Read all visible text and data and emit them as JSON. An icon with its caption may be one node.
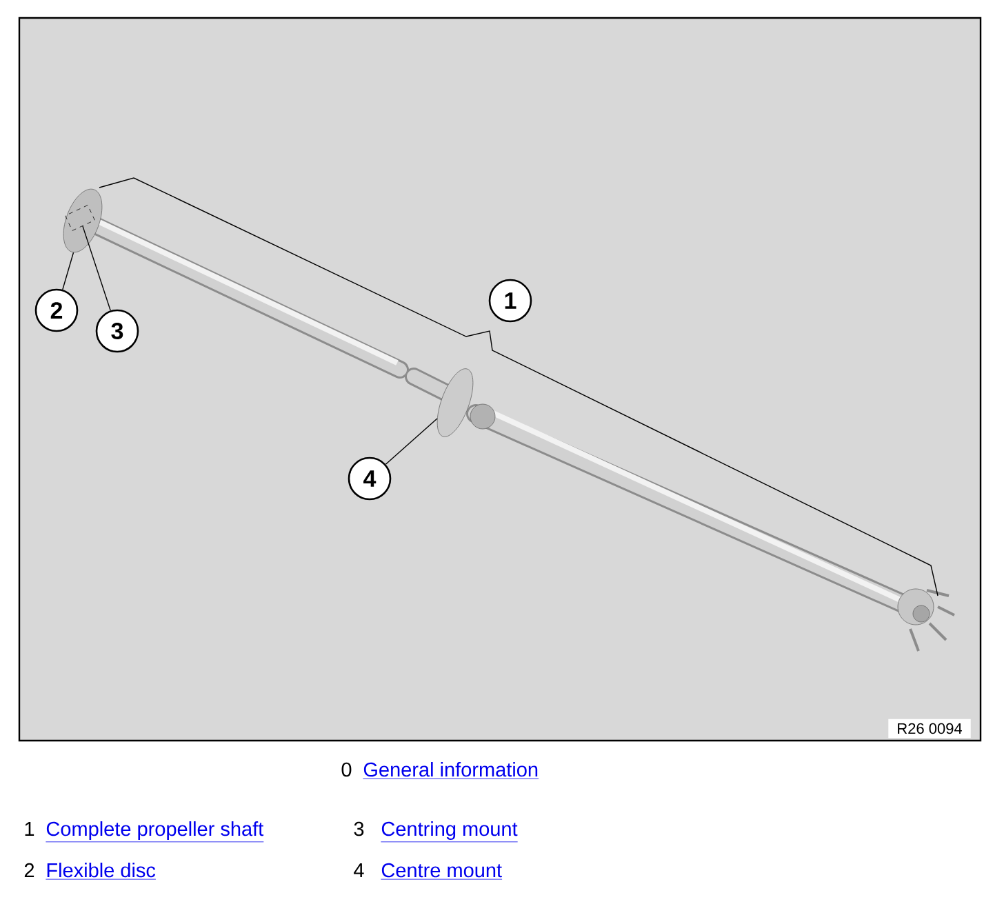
{
  "diagram": {
    "nodes": [
      {
        "text": [
          "1"
        ]
      },
      {
        "text": [
          "2"
        ]
      },
      {
        "text": [
          "3"
        ]
      },
      {
        "text": [
          "4"
        ]
      },
      {
        "text": [],
        "shape": "circle"
      },
      {
        "text": [],
        "shape": "box",
        "in": 4
      },
      {
        "text": [],
        "shape": "circle"
      }
    ],
    "edges": [
      {
        "from": 1,
        "to": 4,
        "arrow": "none"
      },
      {
        "from": 2,
        "to": 5,
        "arrow": "none"
      },
      {
        "from": 3,
        "to": 6,
        "arrow": "none"
      }
    ],
    "labels": [
      "R26 0094",
      "0",
      "General information",
      "1",
      "Complete propeller shaft",
      "3",
      "Centring mount",
      "2",
      "Flexible disc",
      "4",
      "Centre mount"
    ]
  }
}
